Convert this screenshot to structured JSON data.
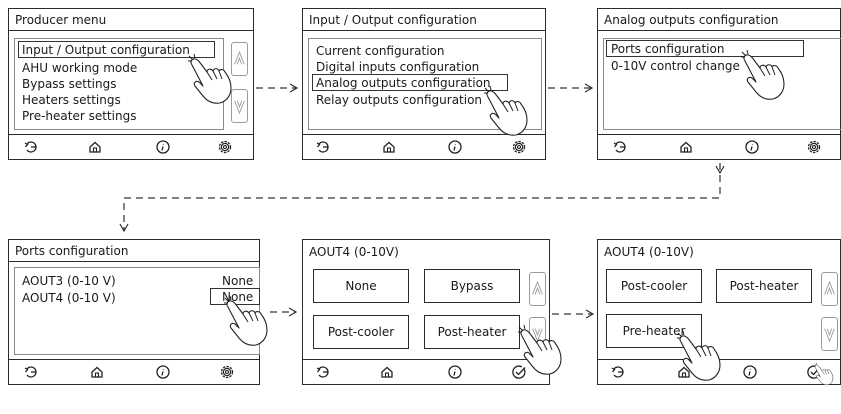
{
  "screens": {
    "producer_menu": {
      "title": "Producer menu",
      "items": [
        "Input / Output configuration",
        "AHU working mode",
        "Bypass settings",
        "Heaters settings",
        "Pre-heater settings"
      ]
    },
    "io_config": {
      "title": "Input / Output configuration",
      "items": [
        "Current configuration",
        "Digital inputs configuration",
        "Analog outputs configuration",
        "Relay outputs configuration"
      ]
    },
    "analog_outputs": {
      "title": "Analog outputs configuration",
      "items": [
        "Ports configuration",
        "0-10V control change"
      ]
    },
    "ports_config": {
      "title": "Ports configuration",
      "rows": [
        {
          "label": "AOUT3 (0-10 V)",
          "value": "None"
        },
        {
          "label": "AOUT4 (0-10 V)",
          "value": "None"
        }
      ]
    },
    "aout4_a": {
      "title": "AOUT4 (0-10V)",
      "options": [
        "None",
        "Bypass",
        "Post-cooler",
        "Post-heater"
      ]
    },
    "aout4_b": {
      "title": "AOUT4 (0-10V)",
      "options": [
        "Post-cooler",
        "Post-heater",
        "Pre-heater"
      ]
    }
  },
  "footer_icons": [
    "back-icon",
    "home-icon",
    "info-icon",
    "settings-icon"
  ],
  "footer_icons_confirm": [
    "back-icon",
    "home-icon",
    "info-icon",
    "confirm-icon"
  ]
}
